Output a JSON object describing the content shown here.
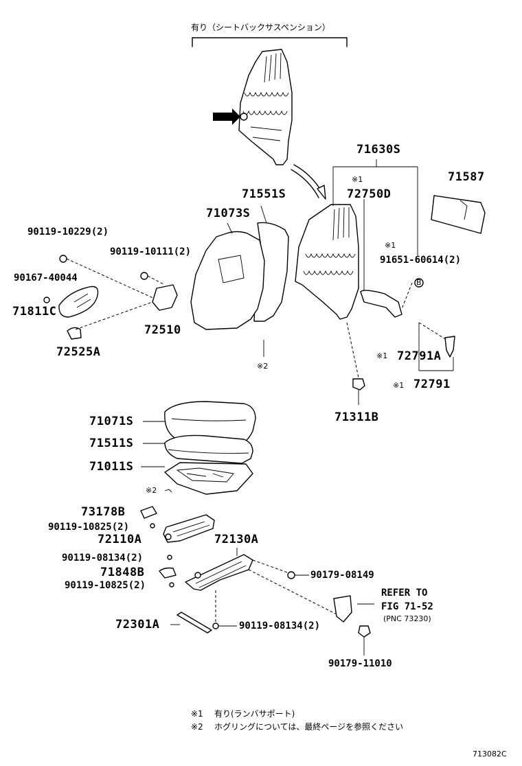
{
  "header": {
    "variant_note": "有り（シートバックサスペンション）"
  },
  "labels": {
    "p71630S": "71630S",
    "p71587": "71587",
    "mark1_72750D": "※1",
    "p72750D": "72750D",
    "p71551S": "71551S",
    "p71073S": "71073S",
    "p90119_10229": "90119-10229(2)",
    "p90119_10111": "90119-10111(2)",
    "p90167_40044": "90167-40044",
    "p71811C": "71811C",
    "p72510": "72510",
    "p72525A": "72525A",
    "mark2_back": "※2",
    "mark1_91651": "※1",
    "p91651_60614": "91651-60614(2)",
    "circle_b": "B",
    "mark1_72791A": "※1",
    "p72791A": "72791A",
    "mark1_72791": "※1",
    "p72791": "72791",
    "p71311B": "71311B",
    "p71071S": "71071S",
    "p71511S": "71511S",
    "p71011S": "71011S",
    "mark2_cushion": "※2",
    "p73178B": "73178B",
    "p90119_10825_a": "90119-10825(2)",
    "p72110A": "72110A",
    "p90119_08134_a": "90119-08134(2)",
    "p72130A": "72130A",
    "p71848B": "71848B",
    "p90119_10825_b": "90119-10825(2)",
    "p90179_08149": "90179-08149",
    "refer_to": "REFER TO",
    "fig_ref": "FIG 71-52",
    "pnc_ref": "(PNC 73230)",
    "p72301A": "72301A",
    "p90119_08134_b": "90119-08134(2)",
    "p90179_11010": "90179-11010"
  },
  "notes": [
    {
      "mark": "※1",
      "text": "有り(ランバサポート)"
    },
    {
      "mark": "※2",
      "text": "ホグリングについては、最終ページを参照ください"
    }
  ],
  "figure_code": "713082C"
}
